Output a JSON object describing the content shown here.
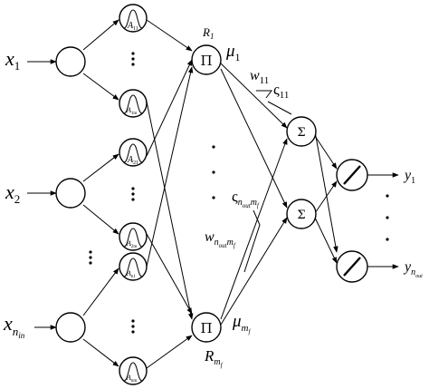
{
  "diagram": {
    "inputs": [
      {
        "label": "x",
        "sub": "1",
        "subsub": ""
      },
      {
        "label": "x",
        "sub": "2",
        "subsub": ""
      },
      {
        "label": "x",
        "sub": "n",
        "subsub": "in"
      }
    ],
    "membership_labels": [
      {
        "main": "A",
        "sub": "11"
      },
      {
        "main": "A",
        "sub": "1m"
      },
      {
        "main": "A",
        "sub": "21"
      },
      {
        "main": "A",
        "sub": "2m"
      },
      {
        "main": "A",
        "sub": "n1"
      },
      {
        "main": "A",
        "sub": "nm"
      }
    ],
    "rule_nodes": {
      "symbol": "Π",
      "top_label": {
        "main": "R",
        "sub": "1"
      },
      "bottom_label": {
        "main": "R",
        "sub": "m",
        "subsub": "f"
      },
      "mu_top": {
        "main": "μ",
        "sub": "1"
      },
      "mu_bottom": {
        "main": "μ",
        "sub": "m",
        "subsub": "f"
      }
    },
    "weights": {
      "w_top": {
        "main": "w",
        "sub": "11"
      },
      "w_bottom": {
        "main": "w",
        "sub": "n",
        "subsub": "out",
        "sub2": "m",
        "subsub2": "f"
      },
      "zeta_top": {
        "main": "ς",
        "sub": "11"
      },
      "zeta_bottom": {
        "main": "ς",
        "sub": "n",
        "subsub": "out",
        "sub2": "m",
        "subsub2": "f"
      }
    },
    "sum_symbol": "Σ",
    "outputs": [
      {
        "label": "y",
        "sub": "1",
        "subsub": ""
      },
      {
        "label": "y",
        "sub": "n",
        "subsub": "out"
      }
    ],
    "ellipsis": "⋮"
  }
}
